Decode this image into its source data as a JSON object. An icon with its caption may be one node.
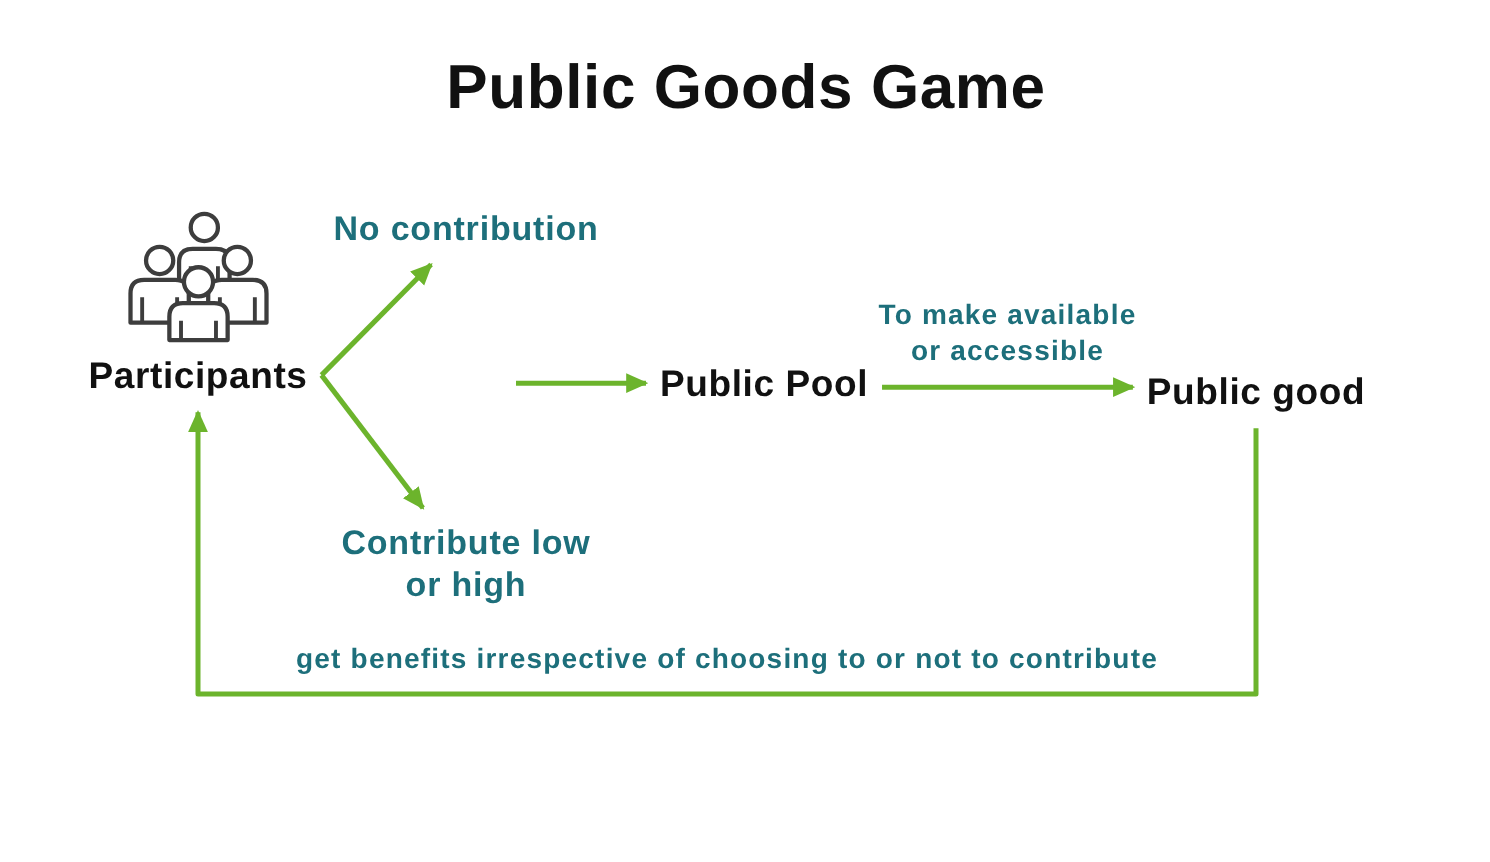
{
  "diagram": {
    "title": "Public Goods Game",
    "nodes": [
      {
        "text": [
          "Participants"
        ]
      },
      {
        "text": [
          "No contribution"
        ]
      },
      {
        "text": [
          "Contribute low or high"
        ]
      },
      {
        "text": [
          "Public Pool"
        ]
      },
      {
        "text": [
          "Public good"
        ]
      }
    ],
    "edges": [
      {
        "from": 0,
        "to": 1,
        "arrow": "to"
      },
      {
        "from": 0,
        "to": 2,
        "arrow": "to"
      },
      {
        "from": null,
        "to": 3,
        "arrow": "to"
      },
      {
        "from": 3,
        "to": 4,
        "arrow": "to",
        "label": "To make available or accessible"
      },
      {
        "from": 4,
        "to": 0,
        "arrow": "to",
        "label": "get benefits irrespective of choosing to or not to contribute"
      }
    ]
  }
}
